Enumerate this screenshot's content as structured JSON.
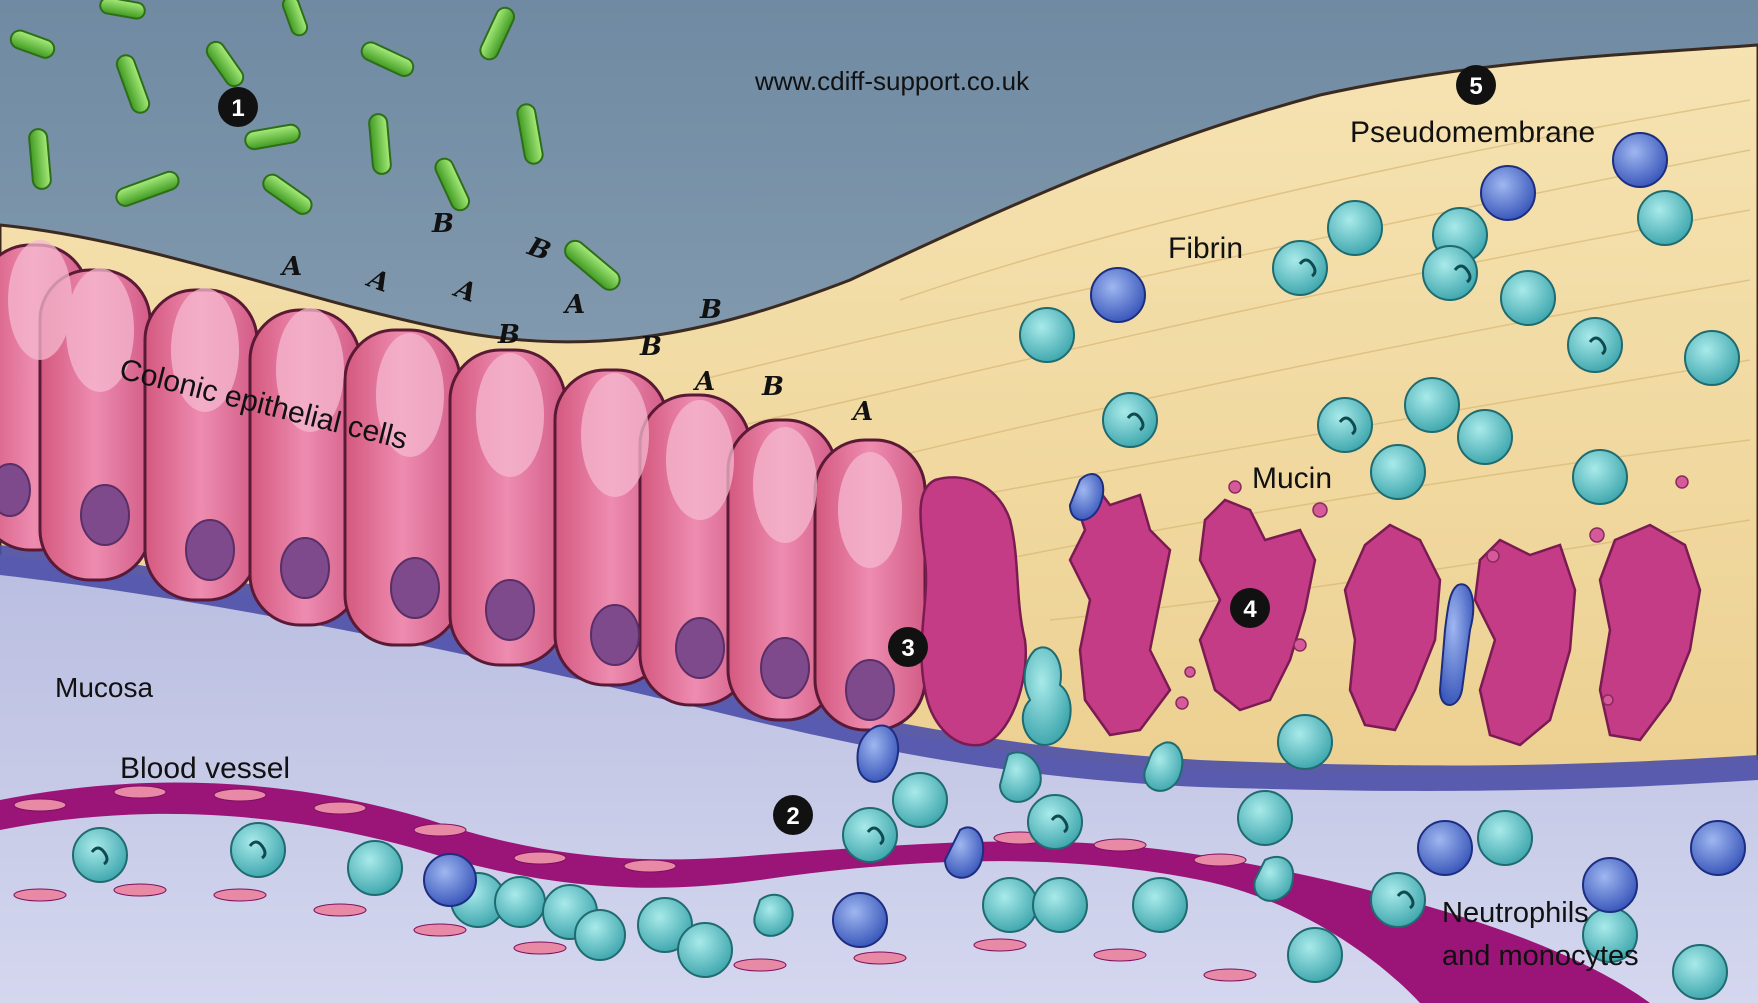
{
  "source_url": "www.cdiff-support.co.uk",
  "labels": {
    "epithelium": "Colonic epithelial cells",
    "mucosa": "Mucosa",
    "blood_vessel": "Blood vessel",
    "fibrin": "Fibrin",
    "pseudomembrane": "Pseudomembrane",
    "mucin": "Mucin",
    "neutrophils_line1": "Neutrophils",
    "neutrophils_line2": "and monocytes"
  },
  "steps": [
    "1",
    "2",
    "3",
    "4",
    "5"
  ],
  "toxins": {
    "a": "A",
    "b": "B"
  },
  "colors": {
    "lumen": "#7f99ae",
    "fibrin": "#f0d9a0",
    "epithelial_cell": "#e2749a",
    "nucleus": "#7e4a8c",
    "blood_vessel": "#9b1477",
    "mucosa": "#c8cce6",
    "basement_membrane": "#4c4fa8",
    "bacteria": "#5bc232",
    "neutrophil": "#55c2c6",
    "monocyte": "#4a6fd0"
  }
}
